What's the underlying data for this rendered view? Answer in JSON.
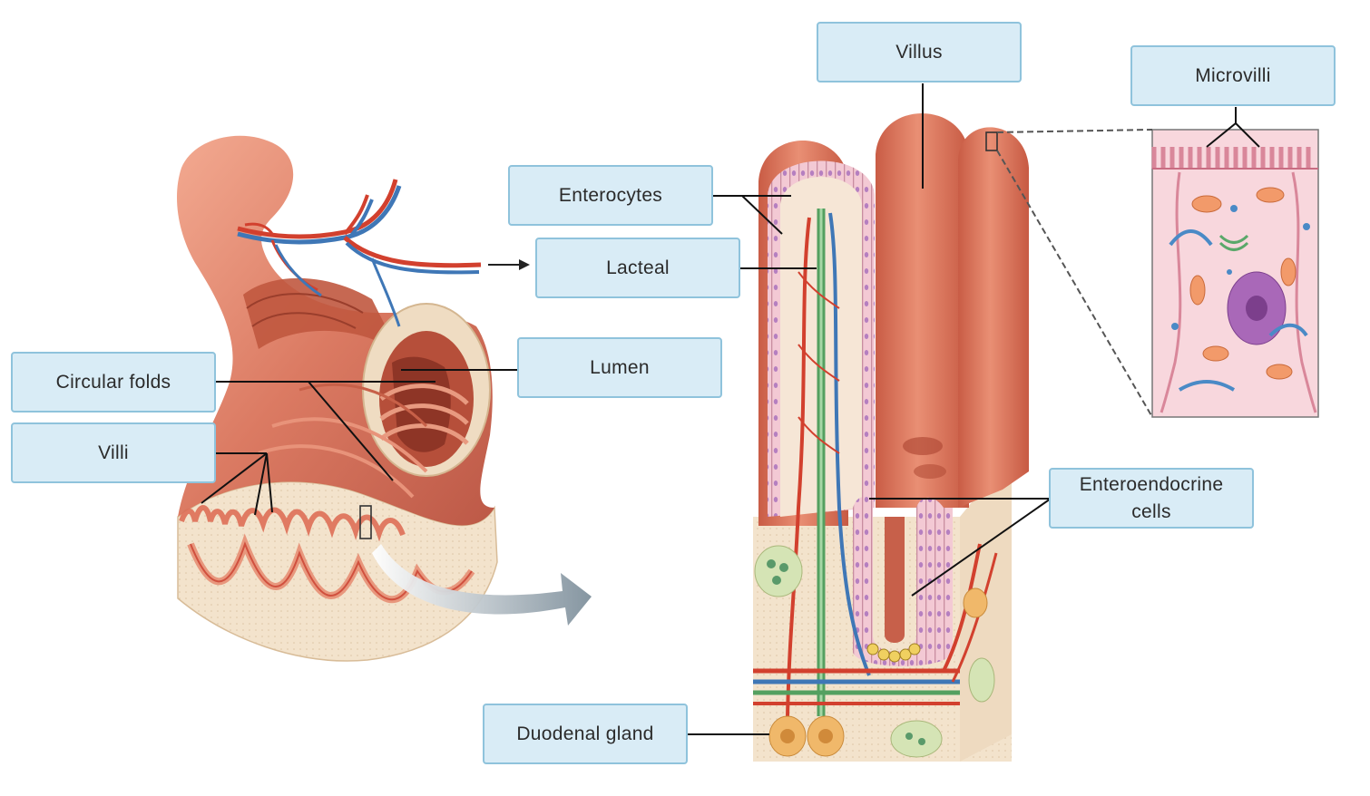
{
  "labels": {
    "villus": "Villus",
    "microvilli": "Microvilli",
    "enterocytes": "Enterocytes",
    "lacteal": "Lacteal",
    "lumen": "Lumen",
    "circular_folds": "Circular folds",
    "villi": "Villi",
    "enteroendocrine_cells": "Enteroendocrine cells",
    "duodenal_gland": "Duodenal gland"
  },
  "colors": {
    "label_fill": "#d9ecf6",
    "label_border": "#8fc3dc",
    "tissue": "#d9795e",
    "tissue_dark": "#b95440",
    "tissue_light": "#f0a98f",
    "submucosa": "#f3e3cc",
    "artery": "#d2402e",
    "vein": "#3f77b6",
    "lymph": "#54a060",
    "epithelium": "#f3c9d4",
    "nucleus": "#8e5aa8",
    "arrow_gray": "#8fa0ac"
  }
}
